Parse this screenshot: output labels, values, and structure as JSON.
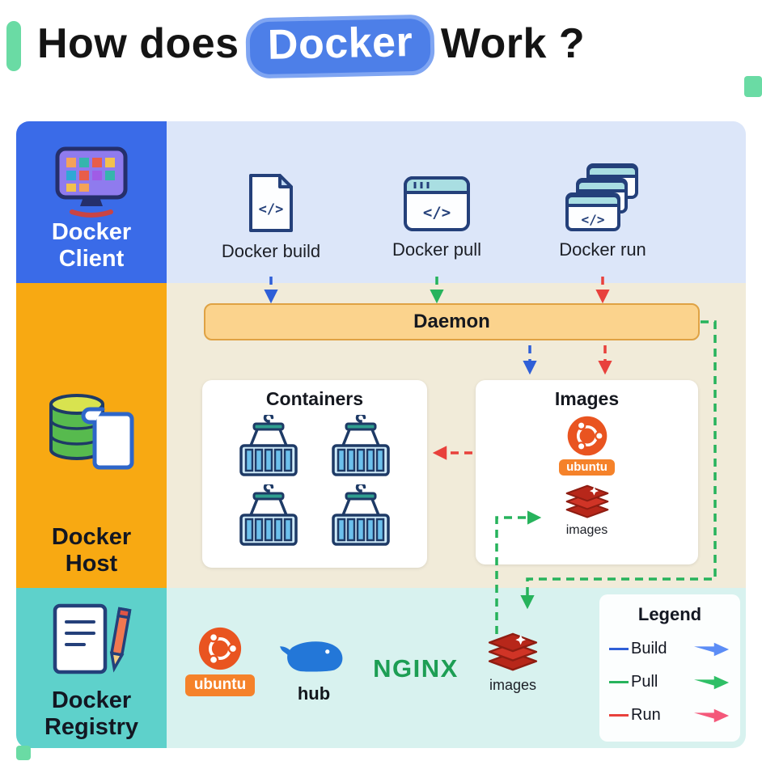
{
  "title": {
    "prefix": "How does",
    "highlight": "Docker",
    "suffix": "Work ?"
  },
  "client": {
    "label": [
      "Docker",
      "Client"
    ],
    "build_label": "Docker build",
    "pull_label": "Docker pull",
    "run_label": "Docker run"
  },
  "host": {
    "label": [
      "Docker",
      "Host"
    ],
    "daemon_label": "Daemon",
    "containers_title": "Containers",
    "images_title": "Images",
    "ubuntu_label": "ubuntu",
    "images_caption": "images"
  },
  "registry": {
    "label": [
      "Docker",
      "Registry"
    ],
    "ubuntu_label": "ubuntu",
    "hub_label": "hub",
    "nginx_label": "NGINX",
    "images_caption": "images"
  },
  "legend": {
    "title": "Legend",
    "items": [
      {
        "label": "Build",
        "color": "#5C8DF6"
      },
      {
        "label": "Pull",
        "color": "#2FBF66"
      },
      {
        "label": "Run",
        "color": "#F4587A"
      }
    ]
  },
  "icons": {
    "code_glyph": "</>",
    "client": "monitor-apps-icon",
    "build": "code-file-icon",
    "pull": "browser-code-icon",
    "run": "stacked-windows-icon",
    "host": "database-scroll-icon",
    "registry": "document-pencil-icon",
    "container": "shipping-container-crane-icon",
    "ubuntu": "ubuntu-logo",
    "images": "redis-stack-icon",
    "hub": "docker-whale-icon"
  },
  "colors": {
    "accent-bar": "#6ADBA4",
    "title-highlight-bg": "#4D7FE8",
    "title-highlight-border": "#7FA5F2",
    "client-cell": "#3A6BE8",
    "client-band": "#DCE6F9",
    "host-cell": "#F8A912",
    "host-band": "#F1EBD9",
    "daemon-bg": "#FBD38D",
    "daemon-border": "#DFA244",
    "registry-cell": "#5ED1CB",
    "registry-band": "#D8F2EF",
    "arrow-build": "#2F5FD7",
    "arrow-pull": "#27B35C",
    "arrow-run": "#E8413C",
    "legend-build": "#5C8DF6",
    "legend-pull": "#2FBF66",
    "legend-run": "#F4587A",
    "nginx-green": "#1D9E54",
    "ubuntu-orange": "#E95420",
    "banner-orange": "#F5822A"
  }
}
